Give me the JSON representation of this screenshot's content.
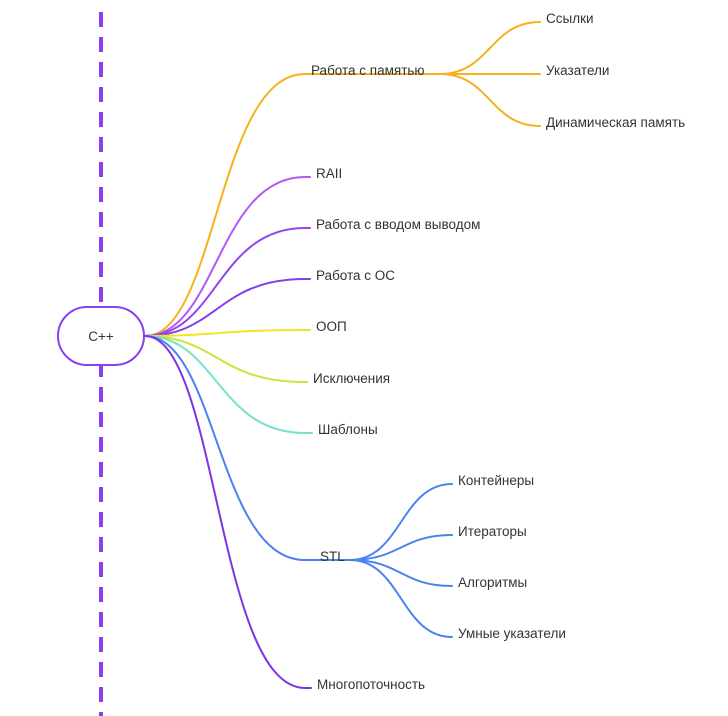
{
  "root": {
    "label": "C++",
    "color": "#8a3ff0"
  },
  "timeline_color": "#8a3ff0",
  "branches": [
    {
      "id": "memory",
      "label": "Работа с памятью",
      "color": "#f5b21e",
      "children": [
        {
          "label": "Ссылки"
        },
        {
          "label": "Указатели"
        },
        {
          "label": "Динамическая память"
        }
      ]
    },
    {
      "id": "raii",
      "label": "RAII",
      "color": "#b357f5",
      "children": []
    },
    {
      "id": "io",
      "label": "Работа с вводом выводом",
      "color": "#9146f0",
      "children": []
    },
    {
      "id": "os",
      "label": "Работа с ОС",
      "color": "#8240eb",
      "children": []
    },
    {
      "id": "oop",
      "label": "ООП",
      "color": "#f0e61e",
      "children": []
    },
    {
      "id": "exceptions",
      "label": "Исключения",
      "color": "#c8e632",
      "children": []
    },
    {
      "id": "templates",
      "label": "Шаблоны",
      "color": "#78e1cd",
      "children": []
    },
    {
      "id": "stl",
      "label": "STL",
      "color": "#4b82f0",
      "children": [
        {
          "label": "Контейнеры"
        },
        {
          "label": "Итераторы"
        },
        {
          "label": "Алгоритмы"
        },
        {
          "label": "Умные указатели"
        }
      ]
    },
    {
      "id": "threads",
      "label": "Многопоточность",
      "color": "#8232e6",
      "children": []
    }
  ]
}
